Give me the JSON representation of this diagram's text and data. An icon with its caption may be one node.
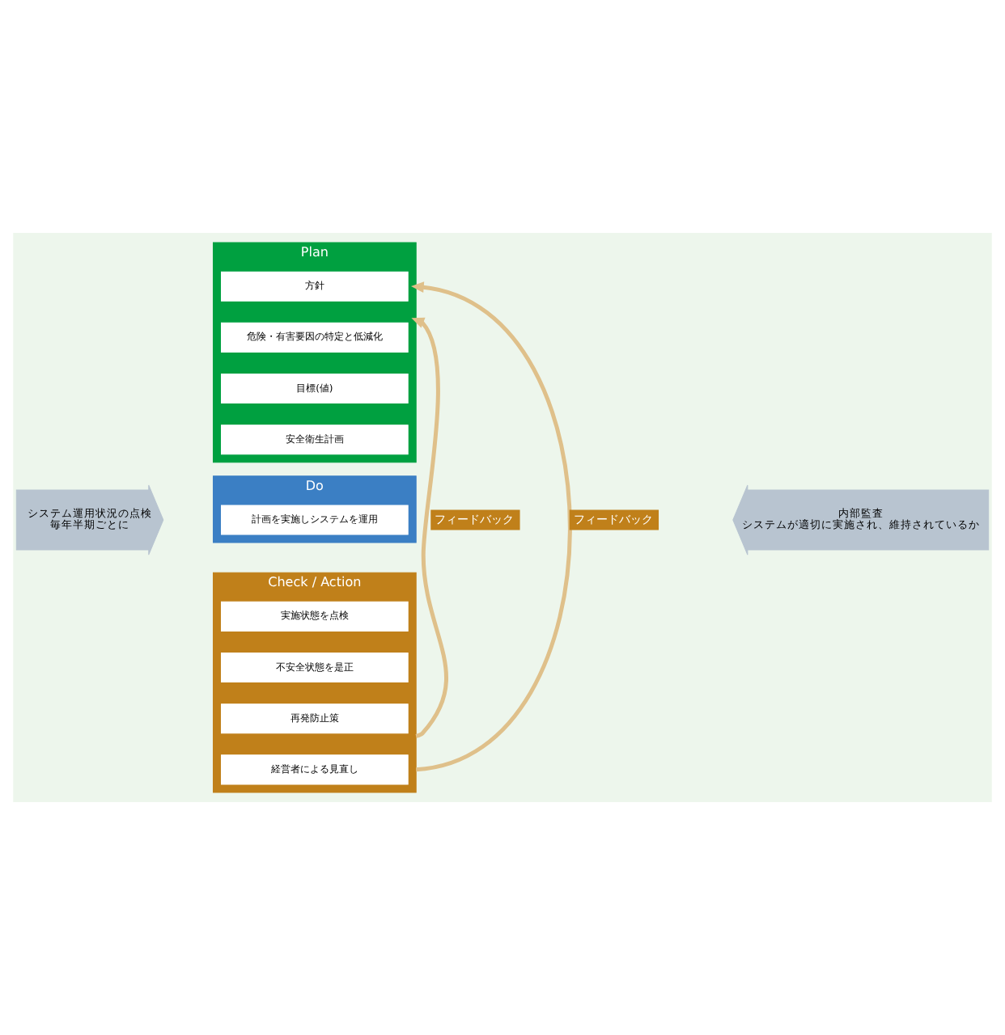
{
  "diagram": {
    "nodes": [
      {
        "text": [
          "Plan"
        ]
      },
      {
        "text": [
          "方針"
        ],
        "in": 0
      },
      {
        "text": [
          "危険・有害要因の特定と低減化"
        ],
        "in": 0
      },
      {
        "text": [
          "目標(値)"
        ],
        "in": 0
      },
      {
        "text": [
          "安全衛生計画"
        ],
        "in": 0
      },
      {
        "text": [
          "Do"
        ]
      },
      {
        "text": [
          "計画を実施しシステムを運用"
        ],
        "in": 5
      },
      {
        "text": [
          "Check / Action"
        ]
      },
      {
        "text": [
          "実施状態を点検"
        ],
        "in": 7
      },
      {
        "text": [
          "不安全状態を是正"
        ],
        "in": 7
      },
      {
        "text": [
          "再発防止策"
        ],
        "in": 7
      },
      {
        "text": [
          "経営者による見直し"
        ],
        "in": 7
      },
      {
        "text": [
          "システム運用状況の点検",
          "毎年半期ごとに"
        ]
      },
      {
        "text": [
          "内部監査",
          "システムが適切に実施され、維持されているか"
        ]
      }
    ],
    "edges": [
      {
        "from": 7,
        "to": 0,
        "arrow": "to",
        "label": "フィードバック"
      },
      {
        "from": 7,
        "to": 0,
        "arrow": "to",
        "label": "フィードバック"
      }
    ]
  }
}
